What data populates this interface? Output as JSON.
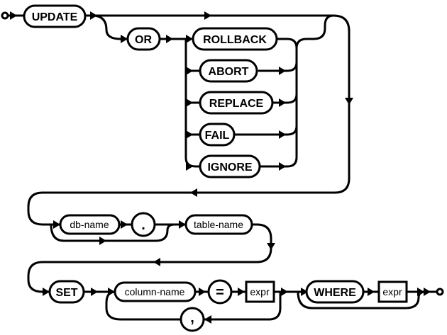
{
  "diagram": {
    "keywords": {
      "update": "UPDATE",
      "or": "OR",
      "rollback": "ROLLBACK",
      "abort": "ABORT",
      "replace": "REPLACE",
      "fail": "FAIL",
      "ignore": "IGNORE",
      "set": "SET",
      "where": "WHERE"
    },
    "nonterminals": {
      "db_name": "db-name",
      "table_name": "table-name",
      "column_name": "column-name"
    },
    "expressions": {
      "set_expr": "expr",
      "where_expr": "expr"
    },
    "punctuation": {
      "dot": ".",
      "equals": "=",
      "comma": ","
    }
  }
}
